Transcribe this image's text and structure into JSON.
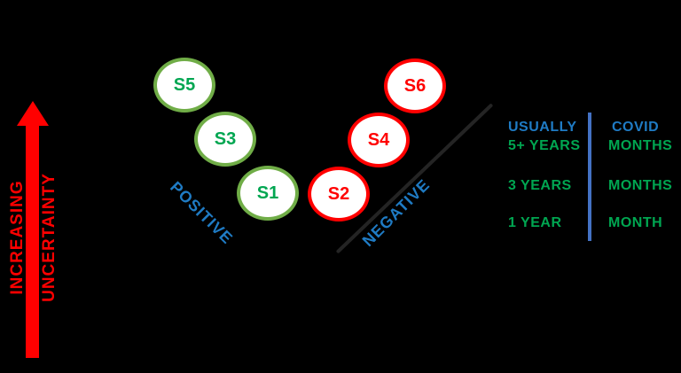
{
  "colors": {
    "background": "#000000",
    "red": "#FF0000",
    "bubble_green_border": "#70AD47",
    "green_text": "#00A651",
    "blue_text": "#1F7BC4",
    "table_divider_blue": "#4472C4",
    "diagonal_line": "#242424"
  },
  "axis": {
    "line1": "INCREASING",
    "line2": "UNCERTAINTY"
  },
  "labels": {
    "positive": "POSITIVE",
    "negative": "NEGATIVE"
  },
  "bubbles": [
    {
      "label": "S5",
      "sentiment": "positive"
    },
    {
      "label": "S3",
      "sentiment": "positive"
    },
    {
      "label": "S1",
      "sentiment": "positive"
    },
    {
      "label": "S2",
      "sentiment": "negative"
    },
    {
      "label": "S4",
      "sentiment": "negative"
    },
    {
      "label": "S6",
      "sentiment": "negative"
    }
  ],
  "table": {
    "columns": [
      {
        "header": "USUALLY",
        "rows": [
          "5+ YEARS",
          "3 YEARS",
          "1 YEAR"
        ]
      },
      {
        "header": "COVID",
        "rows": [
          "MONTHS",
          "MONTHS",
          "MONTH"
        ]
      }
    ]
  }
}
